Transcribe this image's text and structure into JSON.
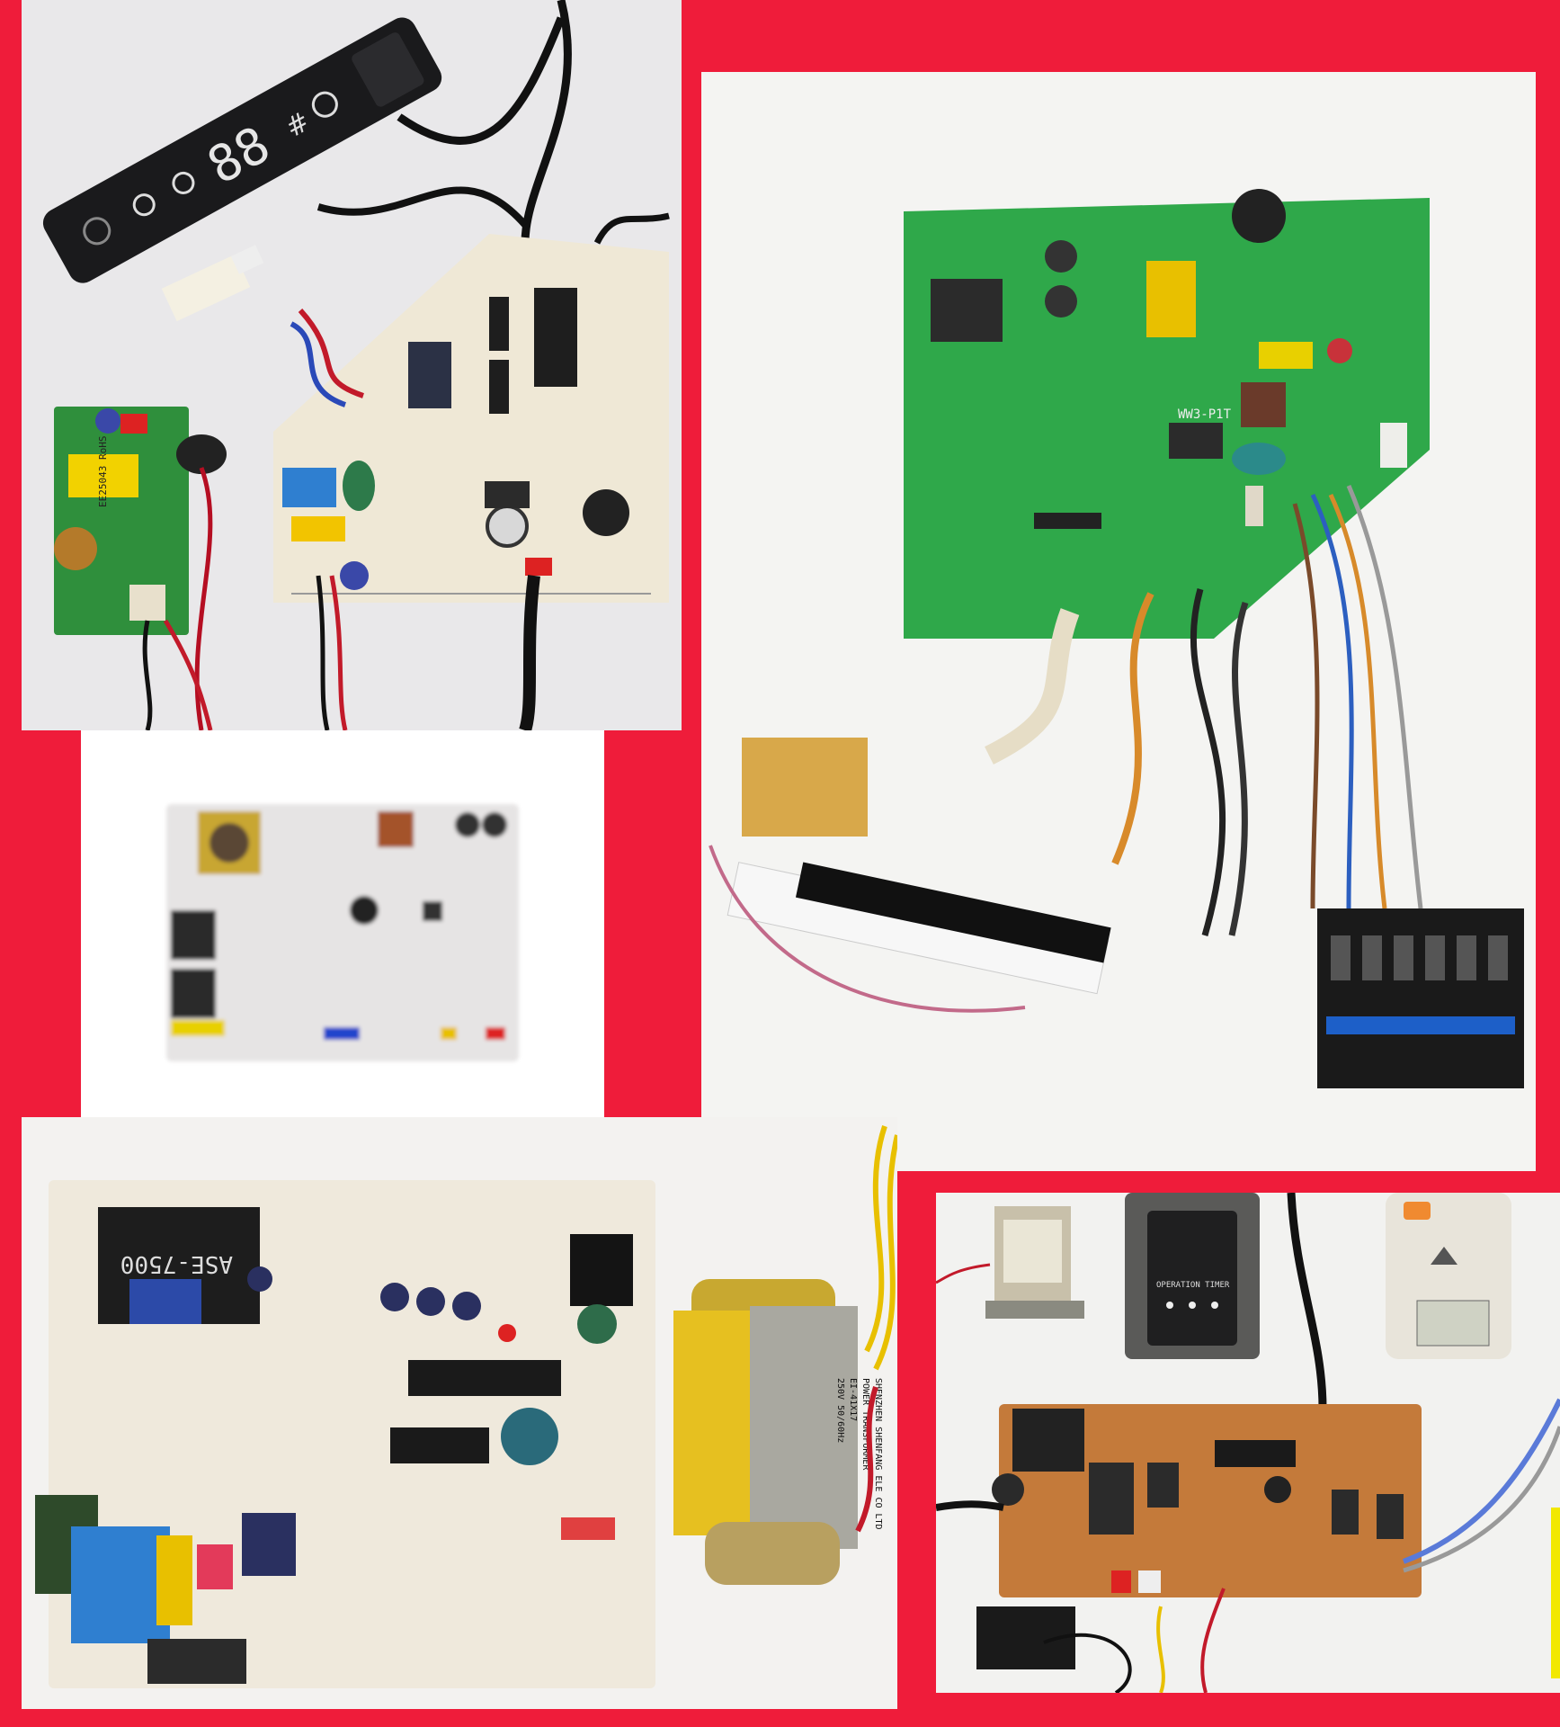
{
  "colors": {
    "background_red": "#ef1c3a",
    "photo_grey": "#e9e8ea",
    "photo_white": "#f4f4f2",
    "pcb_green": "#2fa84a",
    "pcb_cream": "#efe8d6",
    "pcb_orange": "#c47a3a"
  },
  "photos": [
    {
      "subject": "display-panel-and-control-boards",
      "printed_text": {
        "display_digits": "88",
        "transformer_label": "EE25043 RoHS"
      }
    },
    {
      "subject": "blurred-control-board"
    },
    {
      "subject": "green-control-board-with-terminal-block",
      "printed_text": {
        "board_code": "WW3-P1T"
      }
    },
    {
      "subject": "cream-control-board-with-transformer",
      "printed_text": {
        "relay_label": "ASE-7500",
        "transformer_lines": [
          "SHENZHEN SHENFANG ELE CO LTD",
          "POWER TRANSFORMER",
          "EI-41X17",
          "250V 50/60Hz"
        ]
      }
    },
    {
      "subject": "orange-control-board-timer-and-remote",
      "printed_text": {
        "timer_label": "OPERATION TIMER"
      }
    }
  ]
}
